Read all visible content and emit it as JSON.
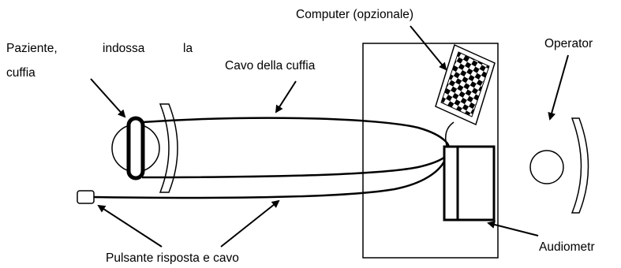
{
  "labels": {
    "patient_line1_word1": "Paziente,",
    "patient_line1_word2": "indossa",
    "patient_line1_word3": "la",
    "patient_line2": "cuffia",
    "headphone_cable": "Cavo della cuffia",
    "computer": "Computer (opzionale)",
    "operator": "Operator",
    "audiometer": "Audiometr",
    "response_button": "Pulsante risposta e cavo"
  },
  "colors": {
    "stroke": "#000000",
    "background": "#ffffff"
  }
}
